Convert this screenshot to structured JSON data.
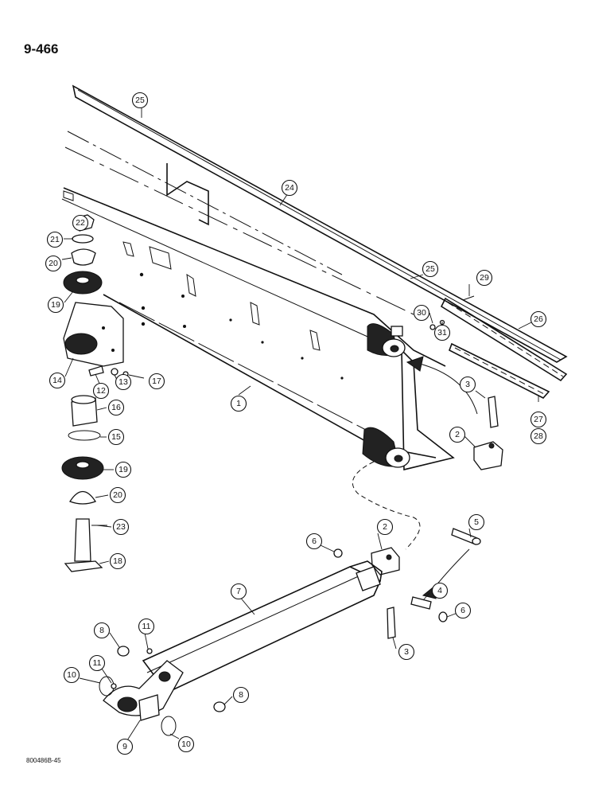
{
  "page": {
    "number": "9-466",
    "figure_code": "800486B-45"
  },
  "callouts": [
    "1",
    "2",
    "2",
    "3",
    "3",
    "4",
    "5",
    "6",
    "6",
    "7",
    "8",
    "8",
    "9",
    "10",
    "10",
    "11",
    "11",
    "12",
    "13",
    "14",
    "15",
    "16",
    "17",
    "18",
    "19",
    "19",
    "20",
    "20",
    "21",
    "22",
    "23",
    "24",
    "25",
    "25",
    "26",
    "27",
    "28",
    "29",
    "30",
    "31"
  ],
  "colors": {
    "ink": "#111111",
    "paper": "#ffffff"
  }
}
